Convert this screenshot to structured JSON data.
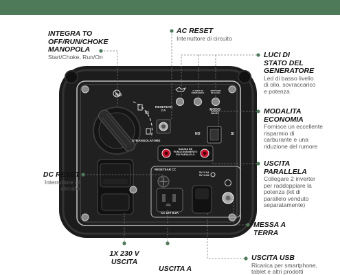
{
  "colors": {
    "accent": "#4e7a59",
    "panel": "#1a1a1a",
    "red": "#c8102e"
  },
  "callouts": {
    "choke": {
      "title": "INTEGRA TO\nOFF/RUN/CHOKE\nMANOPOLA",
      "desc": "Start/Choke, Run/On"
    },
    "ac_reset": {
      "title": "AC RESET",
      "desc": "Interruttore di circuito"
    },
    "status_lights": {
      "title": "LUCI DI\nSTATO DEL\nGENERATORE",
      "desc": "Led di basso livello\ndi olio, sovraccarico\ne potenza"
    },
    "eco": {
      "title": "MODALITA\nECONOMIA",
      "desc": "Fornisce un eccellente\nrisparmio di\ncarburante e una\nriduzione del rumore"
    },
    "dc_reset": {
      "title": "DC RESET",
      "desc": "Interruttore di\ncircuito"
    },
    "parallel": {
      "title": "USCITA\nPARALLELA",
      "desc": "Collegare 2 inverter\nper raddoppiare la\npotenza (kit di\nparallelo venduto\nseparatamente)"
    },
    "ground": {
      "title": "MESSA A\nTERRA",
      "desc": ""
    },
    "ac_outlet": {
      "title": "1X 230 V\nUSCITA",
      "desc": ""
    },
    "usb": {
      "title": "USCITA USB",
      "desc": "Ricarica per smartphone,\ntablet e altri prodotti"
    },
    "dc_outlet": {
      "title": "USCITA A",
      "desc": ""
    }
  },
  "panel_labels": {
    "no": "NO",
    "si": "SI",
    "strangolatore": "STRANGOLATORE",
    "resetear_ca": "RESETEAR\nCA",
    "modo_eco": "MODO\nECO",
    "eco_no": "NO",
    "eco_si": "SI",
    "salida": "SALIDA DE\nFUNCIONAMIENTO\nEN PARALELO",
    "resetear_cc": "RESETEAR CC",
    "cc_rating": "CC 12V 8.3A",
    "usb_rating": "5V 2.1A\n5V 1.0A",
    "led1": "ALARMA DE\nSOBRECARGA",
    "led2": "INDICADOR\nDE SALIDA"
  }
}
